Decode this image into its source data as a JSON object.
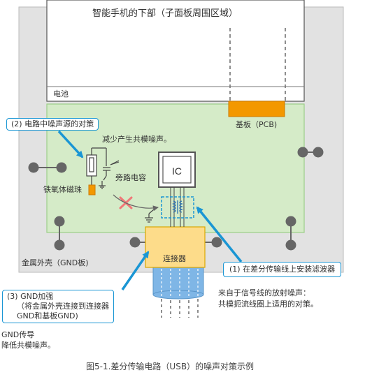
{
  "colors": {
    "accent_blue": "#1a96d4",
    "pcb_green": "#d5ebc8",
    "pcb_border": "#9ccf88",
    "shell_gray": "#e2e2e2",
    "connector_yellow": "#fddc8a",
    "filter_orange": "#f39800",
    "cable_blue": "#7fb6e6",
    "x_mark_red": "#f07878",
    "node_gray": "#666666"
  },
  "labels": {
    "phone_bottom": "智能手机的下部（子面板周围区域）",
    "battery": "电池",
    "substrate": "基板（PCB)",
    "shell": "金属外壳（GND板)",
    "ferrite": "铁氧体磁珠",
    "bypass_cap": "旁路电容",
    "ic": "IC",
    "connector": "连接器",
    "reduce_common_mode": "减少产生共模噪声。",
    "gnd_conduction": [
      "GND传导",
      "降低共模噪声。"
    ],
    "radiation_note": [
      "来自于信号线的放射噪声：",
      "共模扼流线圈上适用的对策。"
    ],
    "caption": "图5-1.差分传输电路（USB）的噪声对策示例"
  },
  "callouts": {
    "noise_source": "(2) 电路中噪声源的对策",
    "filter": "(1) 在差分传输线上安装滤波器",
    "gnd_strengthen": [
      "(3) GND加强",
      "（将金属外壳连接到连接器",
      "GND和基板GND)"
    ]
  },
  "icons": {
    "x_mark": "x-mark-icon",
    "common_mode_choke": "common-mode-choke-icon",
    "ground_symbol": "ground-icon",
    "capacitor": "capacitor-icon",
    "ferrite_bead": "ferrite-bead-icon"
  }
}
